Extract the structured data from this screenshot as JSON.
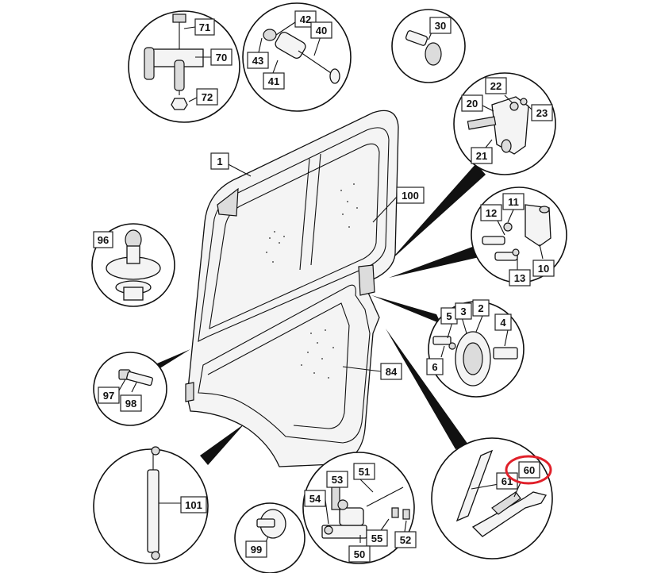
{
  "callouts": {
    "c1": "1",
    "c2": "2",
    "c3": "3",
    "c4": "4",
    "c5": "5",
    "c6": "6",
    "c10": "10",
    "c11": "11",
    "c12": "12",
    "c13": "13",
    "c20": "20",
    "c21": "21",
    "c22": "22",
    "c23": "23",
    "c30": "30",
    "c40": "40",
    "c41": "41",
    "c42": "42",
    "c43": "43",
    "c50": "50",
    "c51": "51",
    "c52": "52",
    "c53": "53",
    "c54": "54",
    "c55": "55",
    "c60": "60",
    "c61": "61",
    "c70": "70",
    "c71": "71",
    "c72": "72",
    "c84": "84",
    "c96": "96",
    "c97": "97",
    "c98": "98",
    "c99": "99",
    "c100": "100",
    "c101": "101"
  },
  "highlight": {
    "color": "#e0202a",
    "target": "60"
  }
}
